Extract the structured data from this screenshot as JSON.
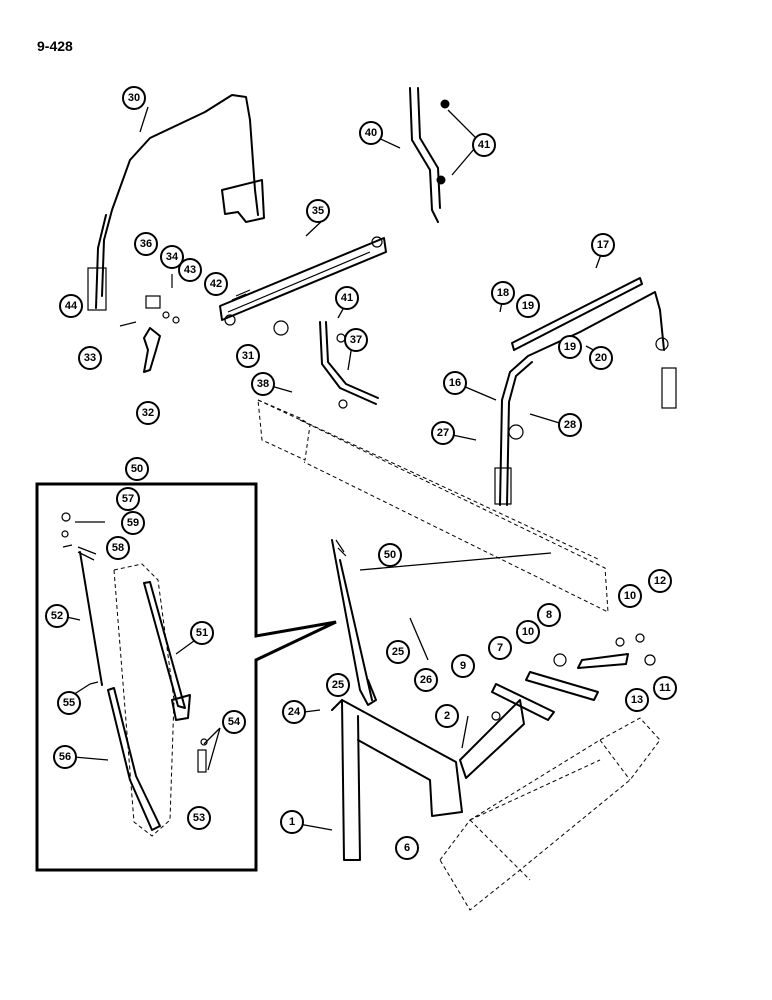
{
  "page": {
    "number": "9-428"
  },
  "callouts": [
    "1",
    "2",
    "6",
    "7",
    "8",
    "9",
    "10",
    "11",
    "12",
    "13",
    "16",
    "17",
    "18",
    "19",
    "20",
    "24",
    "25",
    "26",
    "27",
    "28",
    "30",
    "31",
    "32",
    "33",
    "34",
    "35",
    "36",
    "37",
    "38",
    "40",
    "41",
    "42",
    "43",
    "44",
    "50",
    "51",
    "52",
    "53",
    "54",
    "55",
    "56",
    "57",
    "58",
    "59"
  ]
}
